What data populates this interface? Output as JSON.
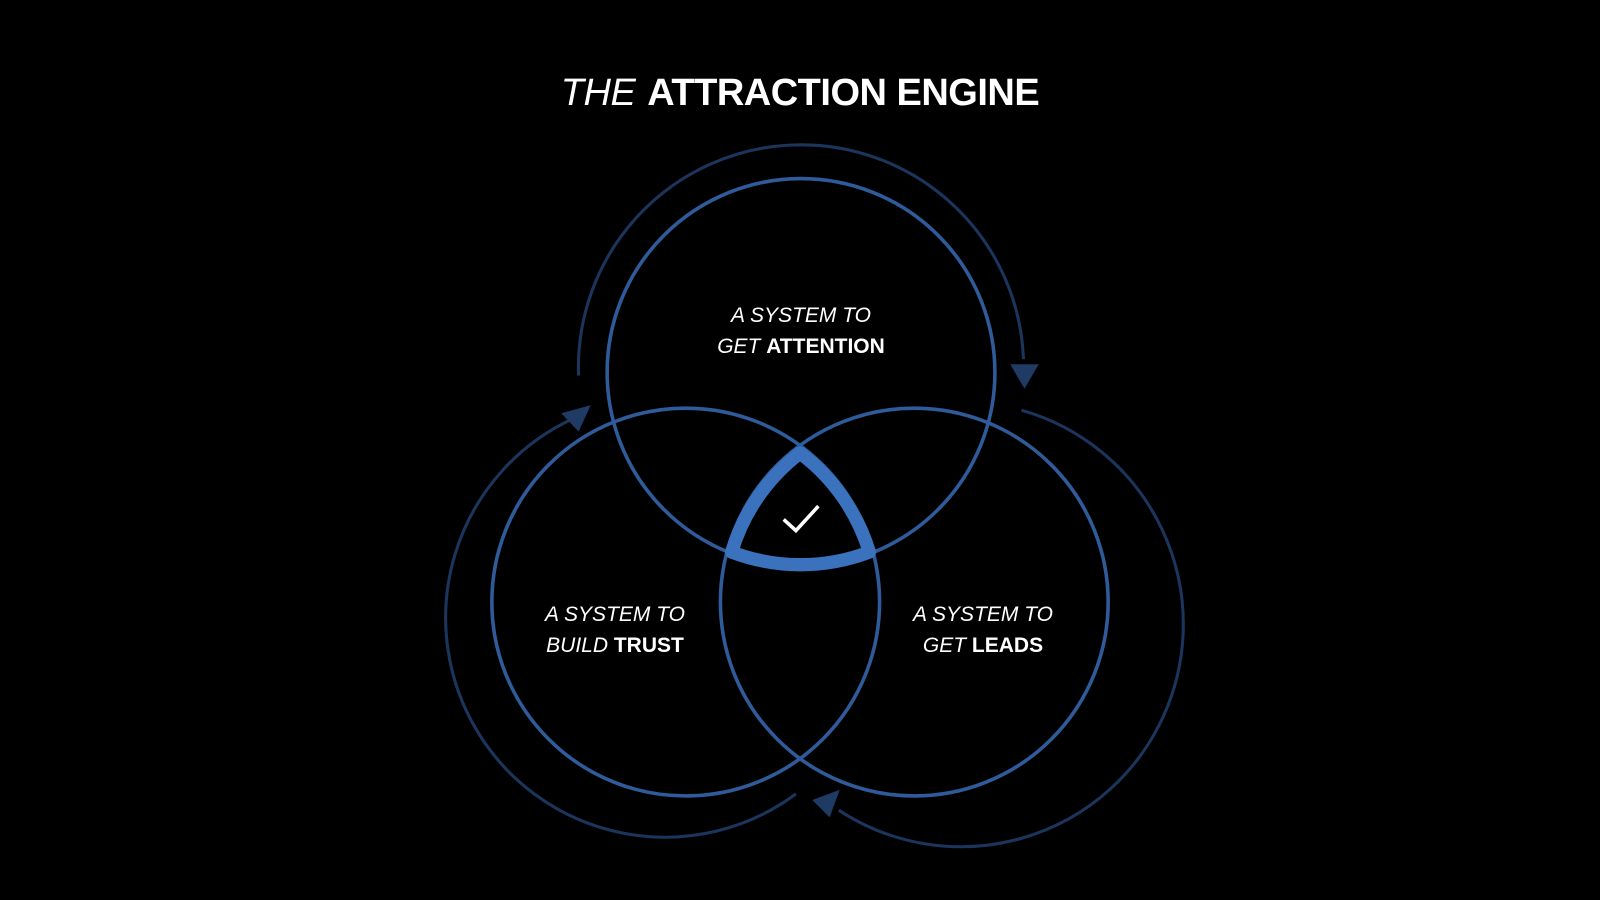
{
  "title": {
    "prefix": "THE",
    "main": "ATTRACTION ENGINE"
  },
  "circles": [
    {
      "line1": "A SYSTEM TO",
      "line2_light": "GET",
      "line2_bold": "ATTENTION"
    },
    {
      "line1": "A SYSTEM TO",
      "line2_light": "BUILD",
      "line2_bold": "TRUST"
    },
    {
      "line1": "A SYSTEM TO",
      "line2_light": "GET",
      "line2_bold": "LEADS"
    }
  ],
  "center_icon": "check-icon",
  "colors": {
    "circle": "#2f5b9a",
    "center": "#3a72bd",
    "arrows": "#1c355c",
    "background": "#000000"
  }
}
